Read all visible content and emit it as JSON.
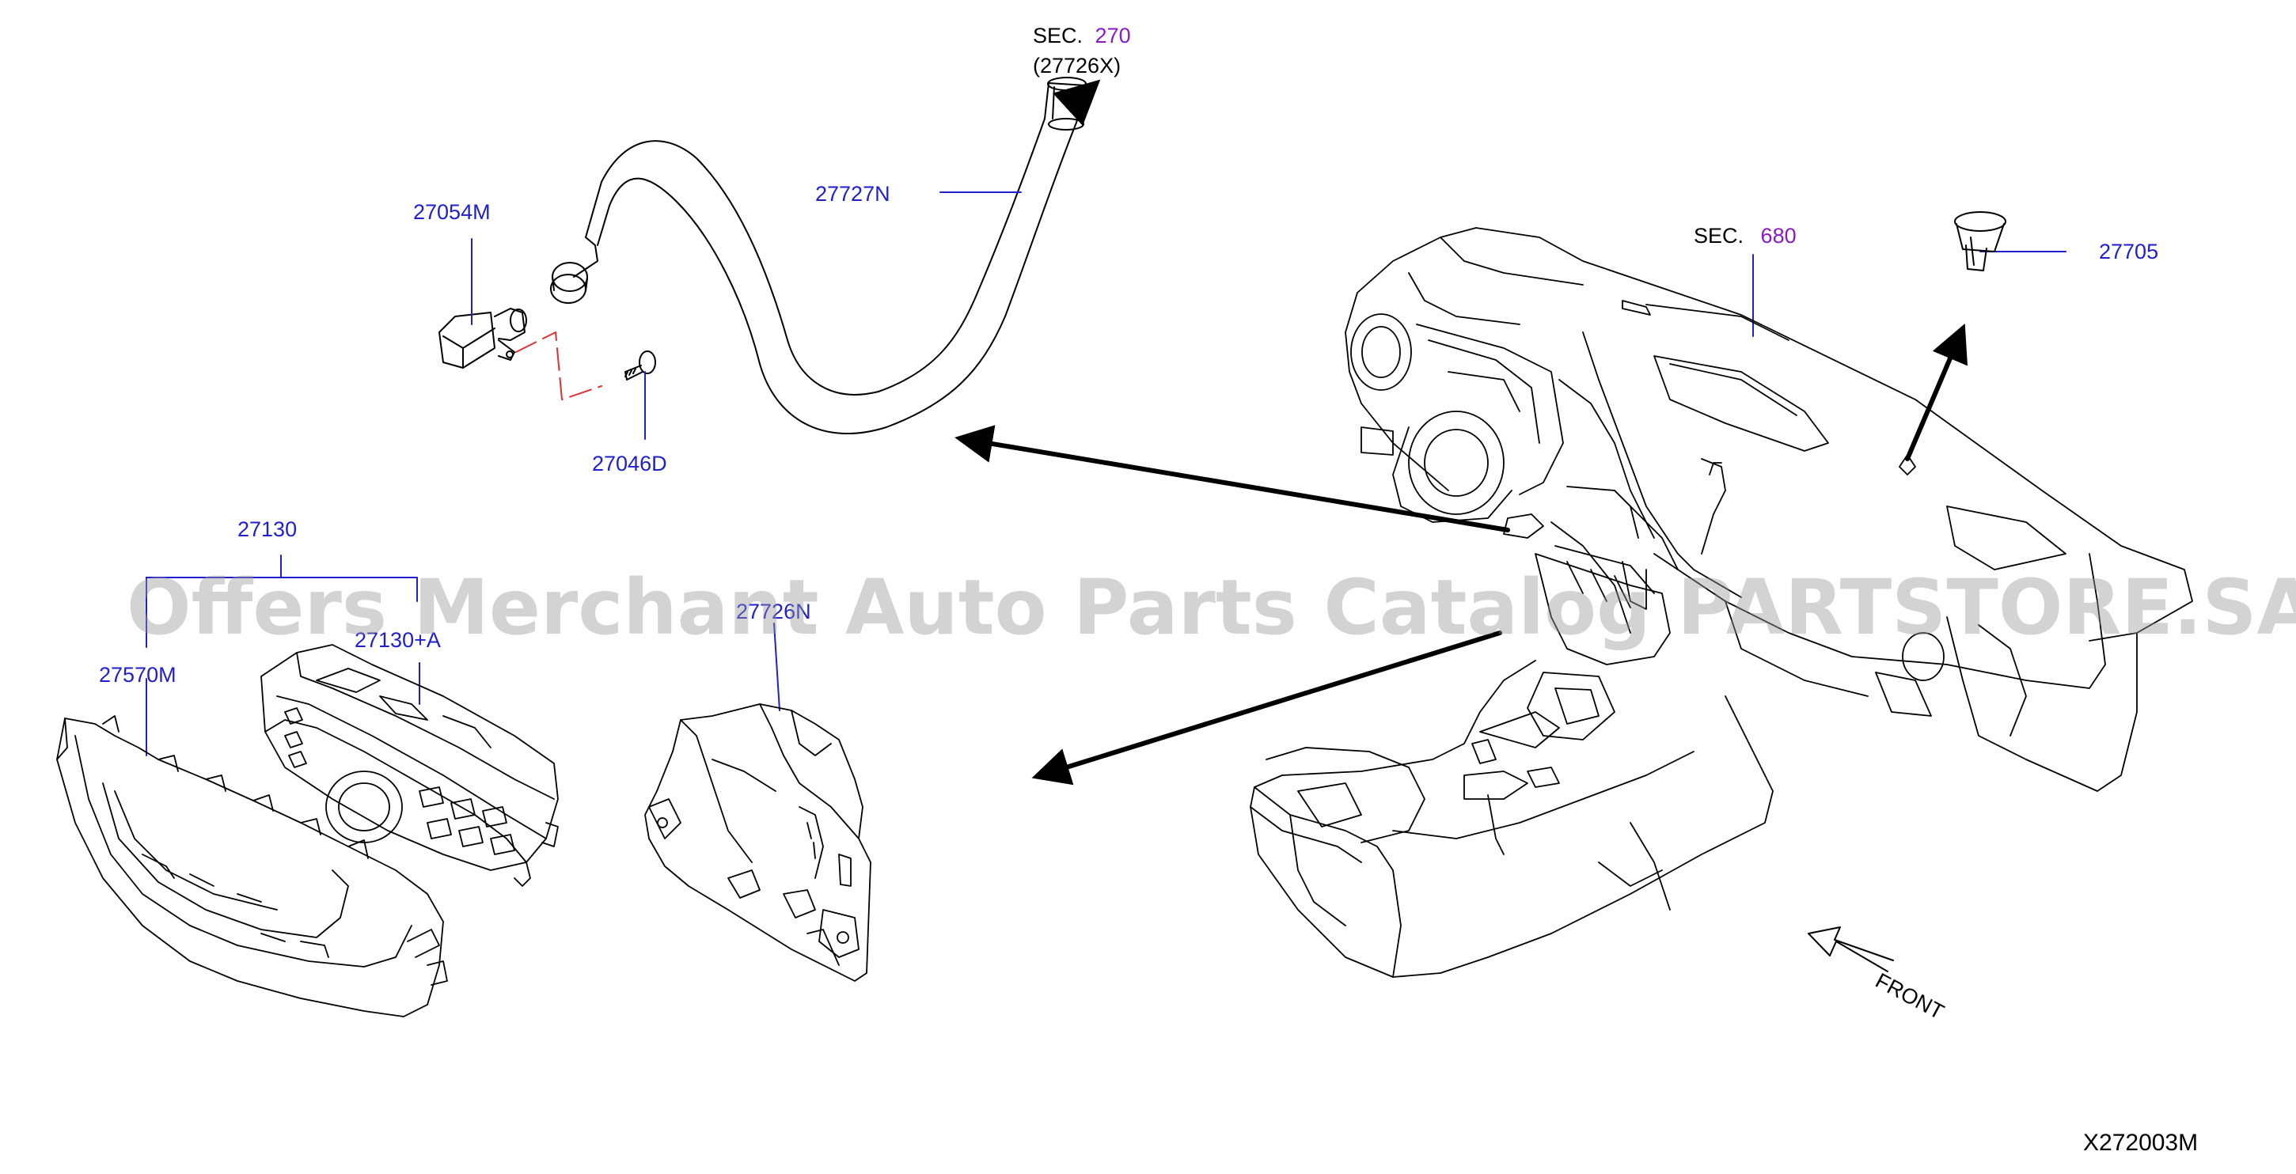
{
  "labels": {
    "sec270": "SEC.",
    "sec270_num": "270",
    "sec270_sub": "(27726X)",
    "p27727N": "27727N",
    "p27054M": "27054M",
    "p27046D": "27046D",
    "sec680": "SEC.",
    "sec680_num": "680",
    "p27705": "27705",
    "p27130": "27130",
    "p27130A": "27130+A",
    "p27570M": "27570M",
    "p27726N": "27726N",
    "front": "FRONT",
    "diagram_id": "X272003M"
  },
  "watermark": "Offers Merchant Auto Parts Catalog PARTSTORE.SA",
  "colors": {
    "part_number": "#1f1fd0",
    "section_number": "#8a19c9",
    "line_art": "#000000",
    "watermark": "#969696"
  }
}
